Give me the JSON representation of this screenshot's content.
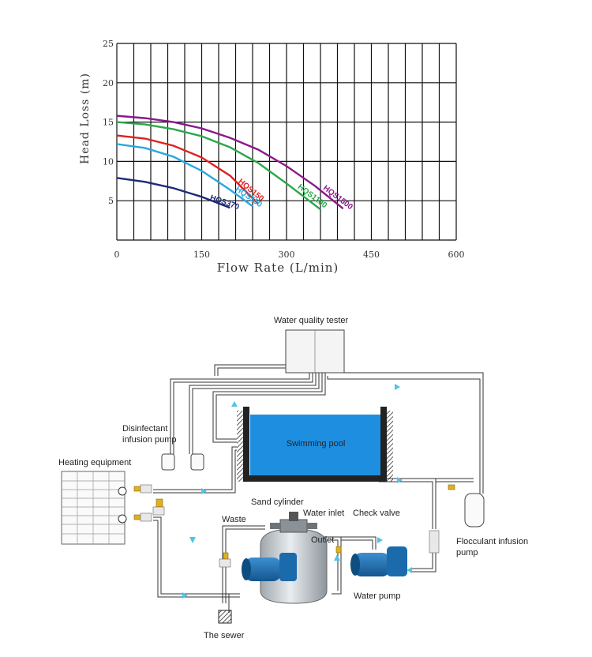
{
  "chart_data": {
    "type": "line",
    "xlabel": "Flow Rate (L/min)",
    "ylabel": "Head Loss (m)",
    "xlim": [
      0,
      600
    ],
    "ylim": [
      0,
      25
    ],
    "x_ticks": [
      "0",
      "150",
      "300",
      "450",
      "600"
    ],
    "y_ticks": [
      "5",
      "10",
      "15",
      "20",
      "25"
    ],
    "grid": true,
    "series": [
      {
        "name": "HQS370",
        "color": "#1f2a78",
        "x": [
          0,
          50,
          100,
          150,
          200
        ],
        "y": [
          7.9,
          7.4,
          6.6,
          5.5,
          4.1
        ]
      },
      {
        "name": "HQS550",
        "color": "#29a8e0",
        "x": [
          0,
          50,
          100,
          150,
          200,
          240
        ],
        "y": [
          12.2,
          11.7,
          10.6,
          8.8,
          6.4,
          4.3
        ]
      },
      {
        "name": "HQS150",
        "color": "#e02020",
        "x": [
          0,
          50,
          100,
          150,
          200,
          250
        ],
        "y": [
          13.3,
          12.9,
          12.0,
          10.5,
          8.2,
          4.6
        ]
      },
      {
        "name": "HQS1100",
        "color": "#2aa84a",
        "x": [
          0,
          50,
          100,
          150,
          200,
          250,
          300,
          360
        ],
        "y": [
          15.0,
          14.7,
          14.1,
          13.2,
          11.8,
          9.8,
          7.2,
          3.9
        ]
      },
      {
        "name": "HQS1500",
        "color": "#8a1a8a",
        "x": [
          0,
          50,
          100,
          150,
          200,
          250,
          300,
          350,
          400
        ],
        "y": [
          15.8,
          15.5,
          15.0,
          14.2,
          13.0,
          11.5,
          9.4,
          6.9,
          4.0
        ]
      }
    ]
  },
  "diagram": {
    "water_quality_tester": "Water quality tester",
    "disinfectant_pump_line1": "Disinfectant",
    "disinfectant_pump_line2": "infusion pump",
    "heating_equipment": "Heating equipment",
    "swimming_pool": "Swimming pool",
    "sand_cylinder": "Sand cylinder",
    "waste": "Waste",
    "water_inlet": "Water inlet",
    "check_valve": "Check valve",
    "outlet": "Outlet",
    "flocculant_line1": "Flocculant infusion",
    "flocculant_line2": "pump",
    "water_pump": "Water pump",
    "the_sewer": "The sewer",
    "colors": {
      "pool": "#1e8fe0",
      "flow_arrow": "#4fc3e8",
      "pump": "#1a6fb5",
      "valve": "#e0b020"
    }
  }
}
